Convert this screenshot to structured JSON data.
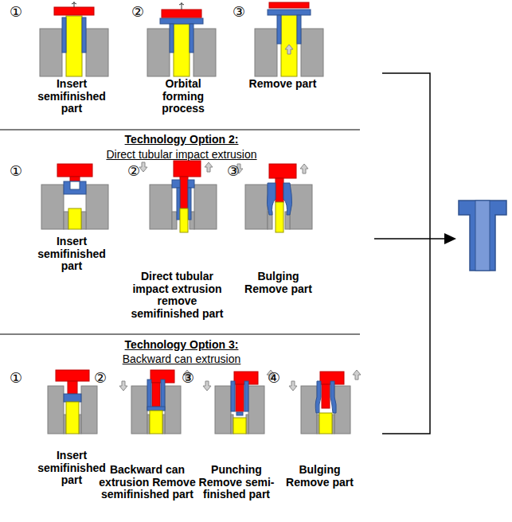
{
  "diagram": {
    "labels": [
      "①",
      "②",
      "③",
      "Insert semifinished part",
      "Orbital forming process",
      "Remove part",
      "Technology Option 2:",
      "Direct tubular impact extrusion",
      "①",
      "②",
      "③",
      "Insert semifinished part",
      "Direct tubular impact extrusion remove semifinished part",
      "Bulging Remove part",
      "Technology Option 3:",
      "Backward can extrusion",
      "①",
      "②",
      "③",
      "④",
      "Insert semifinished part",
      "Backward can extrusion Remove semifinished part",
      "Punching Remove semi-finished part",
      "Bulging Remove part"
    ]
  }
}
